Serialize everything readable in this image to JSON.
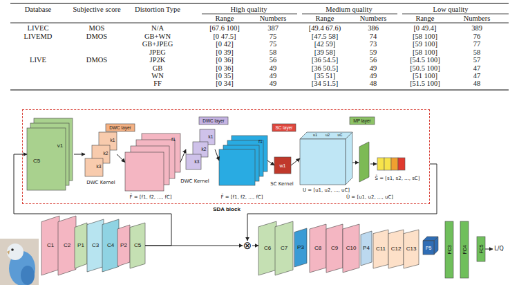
{
  "diagram": {
    "nodes": [
      {
        "text": [
          "SDA block"
        ]
      },
      {
        "text": [
          "C5",
          "v1"
        ],
        "in": 0
      },
      {
        "text": [
          "DWC layer"
        ],
        "in": 0
      },
      {
        "text": [
          "k1",
          "k2",
          "k3"
        ],
        "in": 0
      },
      {
        "text": [
          "f1"
        ],
        "in": 0
      },
      {
        "text": [
          "DWC layer"
        ],
        "in": 0
      },
      {
        "text": [
          "k1",
          "k2",
          "k3"
        ],
        "in": 0
      },
      {
        "text": [
          "f1"
        ],
        "in": 0
      },
      {
        "text": [
          "SC layer"
        ],
        "in": 0
      },
      {
        "text": [
          "w1"
        ],
        "in": 0
      },
      {
        "text": [
          "u1",
          "u2",
          "uC"
        ],
        "in": 0
      },
      {
        "text": [
          "MP layer"
        ],
        "in": 0
      },
      {
        "text": [
          "C1"
        ]
      },
      {
        "text": [
          "C2"
        ]
      },
      {
        "text": [
          "P1"
        ]
      },
      {
        "text": [
          "C3"
        ]
      },
      {
        "text": [
          "C4"
        ]
      },
      {
        "text": [
          "P2"
        ]
      },
      {
        "text": [
          "C5"
        ]
      },
      {
        "text": [
          "⊗"
        ]
      },
      {
        "text": [
          "C6"
        ]
      },
      {
        "text": [
          "C7"
        ]
      },
      {
        "text": [
          "P3"
        ]
      },
      {
        "text": [
          "C8"
        ]
      },
      {
        "text": [
          "C9"
        ]
      },
      {
        "text": [
          "C10"
        ]
      },
      {
        "text": [
          "P4"
        ]
      },
      {
        "text": [
          "C11"
        ]
      },
      {
        "text": [
          "C12"
        ]
      },
      {
        "text": [
          "C13"
        ]
      },
      {
        "text": [
          "P5"
        ]
      },
      {
        "text": [
          "FC3"
        ]
      },
      {
        "text": [
          "FC4"
        ]
      },
      {
        "text": [
          "FC5"
        ]
      }
    ],
    "edges": [
      {
        "from": 1,
        "to": 3,
        "arrow": "to"
      },
      {
        "from": 3,
        "to": 4,
        "arrow": "to"
      },
      {
        "from": 4,
        "to": 6,
        "arrow": "to"
      },
      {
        "from": 6,
        "to": 7,
        "arrow": "to"
      },
      {
        "from": 7,
        "to": 9,
        "arrow": "to"
      },
      {
        "from": 9,
        "to": 10,
        "arrow": "to"
      },
      {
        "from": 18,
        "to": 1,
        "arrow": "to"
      },
      {
        "from": 18,
        "to": 19,
        "arrow": "to"
      },
      {
        "from": 0,
        "to": 19,
        "arrow": "to"
      },
      {
        "from": 19,
        "to": 20,
        "arrow": "to"
      }
    ],
    "labels": [
      "Database",
      "Subjective score",
      "Distortion Type",
      "High quality",
      "Medium quality",
      "Low quality",
      "Range",
      "Numbers",
      "Range",
      "Numbers",
      "Range",
      "Numbers",
      "LIVEC",
      "MOS",
      "N/A",
      "[67.6 100]",
      "387",
      "[49.4 67.6)",
      "386",
      "[0 49.4]",
      "389",
      "LIVEMD",
      "DMOS",
      "GB+WN",
      "[0 47.5]",
      "75",
      "[47.5 58]",
      "74",
      "[58 100]",
      "76",
      "GB+JPEG",
      "[0 42]",
      "75",
      "[42 59]",
      "73",
      "[59 100]",
      "77",
      "JPEG",
      "[0 39]",
      "58",
      "[39 58]",
      "59",
      "[58 100]",
      "58",
      "LIVE",
      "DMOS",
      "JP2K",
      "[0 36]",
      "56",
      "[36 54.5]",
      "56",
      "[54.5 100]",
      "57",
      "GB",
      "[0 36]",
      "49",
      "[36 50.5]",
      "49",
      "[50.5 100]",
      "47",
      "WN",
      "[0 35]",
      "49",
      "[35 51]",
      "49",
      "[51 100]",
      "47",
      "FF",
      "[0 34]",
      "49",
      "[34 51.5]",
      "48",
      "[51.5 100]",
      "48",
      "DWC Kernel",
      "F̄ = [f1, f2, ..., fC]",
      "DWC Kernel",
      "F̃ = [f1, f2, ..., fC]",
      "SC Kernel",
      "U = [u1, u2, ..., uC]",
      "Ū = [u1, u2, ..., uC]",
      "S̄ = [s1, s2, ..., sC]",
      "L/Q"
    ]
  }
}
